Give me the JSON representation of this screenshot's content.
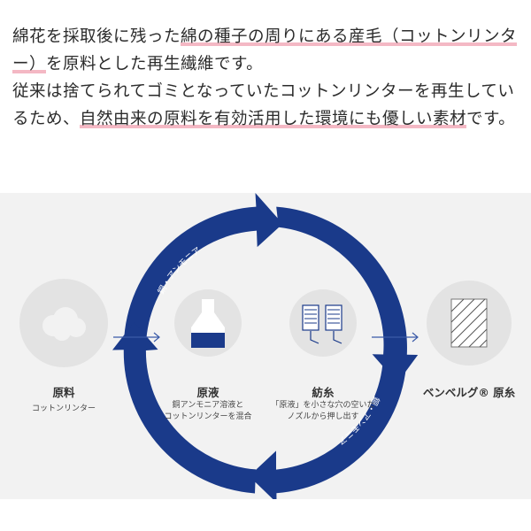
{
  "intro": {
    "text_1": "綿花を採取後に残った",
    "highlight_1": "綿の種子の周りにある産毛（コットンリンター）",
    "text_2": "を原料とした再生繊維です。",
    "line_break": "従来は捨てられてゴミとなっていたコットンリンターを再生しているため、",
    "highlight_2": "自然由来の原料を有効活用した環境にも優しい素材",
    "text_3": "です。"
  },
  "cycle": {
    "top_arc_label": "銅・アンモニア",
    "bottom_arc_label": "銅・アンモニア"
  },
  "nodes": [
    {
      "title": "原料",
      "desc": "コットンリンター"
    },
    {
      "title": "原液",
      "desc": "銅アンモニア溶液と\nコットンリンターを混合"
    },
    {
      "title": "紡糸",
      "desc": "「原液」を小さな穴の空いた\nノズルから押し出す"
    },
    {
      "title": "ベンベルグ® 原糸",
      "desc": ""
    }
  ],
  "colors": {
    "arc": "#1a3a8a",
    "node_bg": "#e3e3e3",
    "liquid": "#1a3a8a",
    "highlight": "#f4b8c4"
  }
}
